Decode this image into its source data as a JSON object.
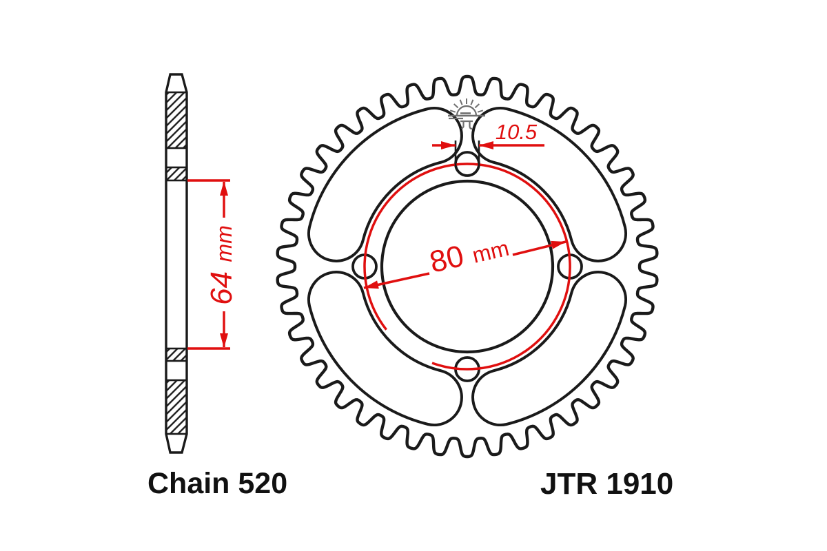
{
  "labels": {
    "chain": "Chain 520",
    "part_number": "JTR 1910"
  },
  "dimensions": {
    "hole_diameter": "10.5",
    "bolt_circle_value": "80",
    "bolt_circle_unit": "mm",
    "hub_width_value": "64",
    "hub_width_unit": "mm"
  },
  "drawing": {
    "type": "rear-sprocket technical drawing: front view with side cross-section",
    "teeth_count": 42,
    "kidney_cutouts": 4,
    "bolt_holes": 4,
    "logo": "jt-rising-sun-icon",
    "colors": {
      "lines": "#1a1a1a",
      "dimension_red": "#e00f0f",
      "logo_gray": "#6f6f6f",
      "background": "#ffffff"
    }
  }
}
